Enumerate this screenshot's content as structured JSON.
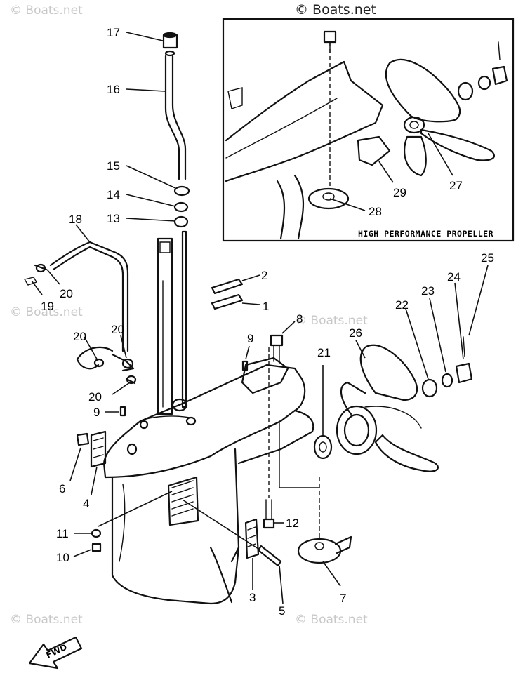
{
  "watermarks": {
    "top_left": "© Boats.net",
    "top_center": "© Boats.net",
    "mid_left": "© Boats.net",
    "mid_right": "© Boats.net",
    "bottom_left": "© Boats.net",
    "bottom_right": "© Boats.net"
  },
  "inset": {
    "caption": "HIGH PERFORMANCE PROPELLER"
  },
  "fwd_label": "FWD",
  "callouts": {
    "c17": "17",
    "c16": "16",
    "c15": "15",
    "c14": "14",
    "c13": "13",
    "c18": "18",
    "c20a": "20",
    "c19": "19",
    "c20b": "20",
    "c20c": "20",
    "c2": "2",
    "c1": "1",
    "c8": "8",
    "c9a": "9",
    "c9b": "9",
    "c26": "26",
    "c21": "21",
    "c22": "22",
    "c23": "23",
    "c24": "24",
    "c25": "25",
    "c6": "6",
    "c4": "4",
    "c11": "11",
    "c10": "10",
    "c12": "12",
    "c3": "3",
    "c5": "5",
    "c7": "7",
    "c27": "27",
    "c29": "29",
    "c28": "28"
  }
}
